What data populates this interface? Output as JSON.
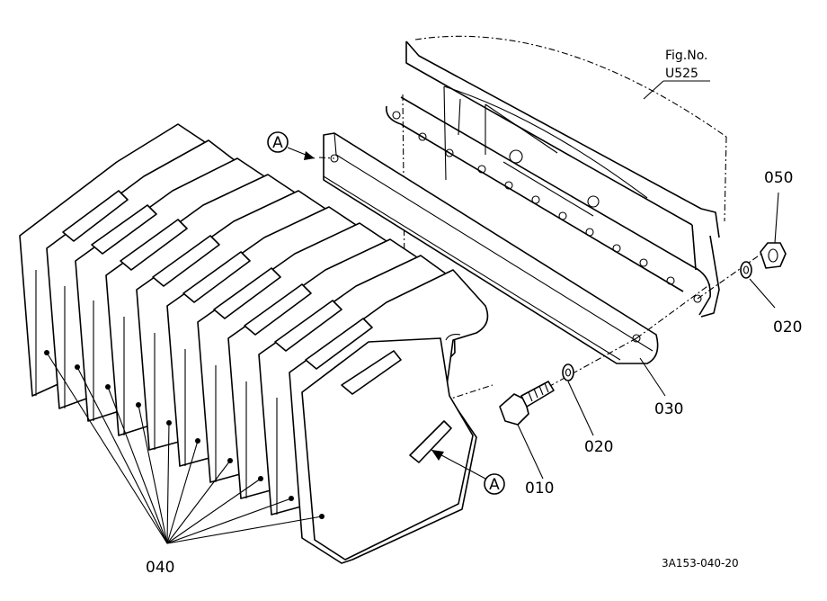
{
  "figure": {
    "fig_label": "Fig.No.",
    "fig_number": "U525",
    "drawing_code": "3A153-040-20"
  },
  "callouts": {
    "view_a_top": "A",
    "view_a_bottom": "A",
    "part_010": "010",
    "part_020_washer_front": "020",
    "part_020_washer_rear": "020",
    "part_030": "030",
    "part_040": "040",
    "part_050": "050"
  }
}
